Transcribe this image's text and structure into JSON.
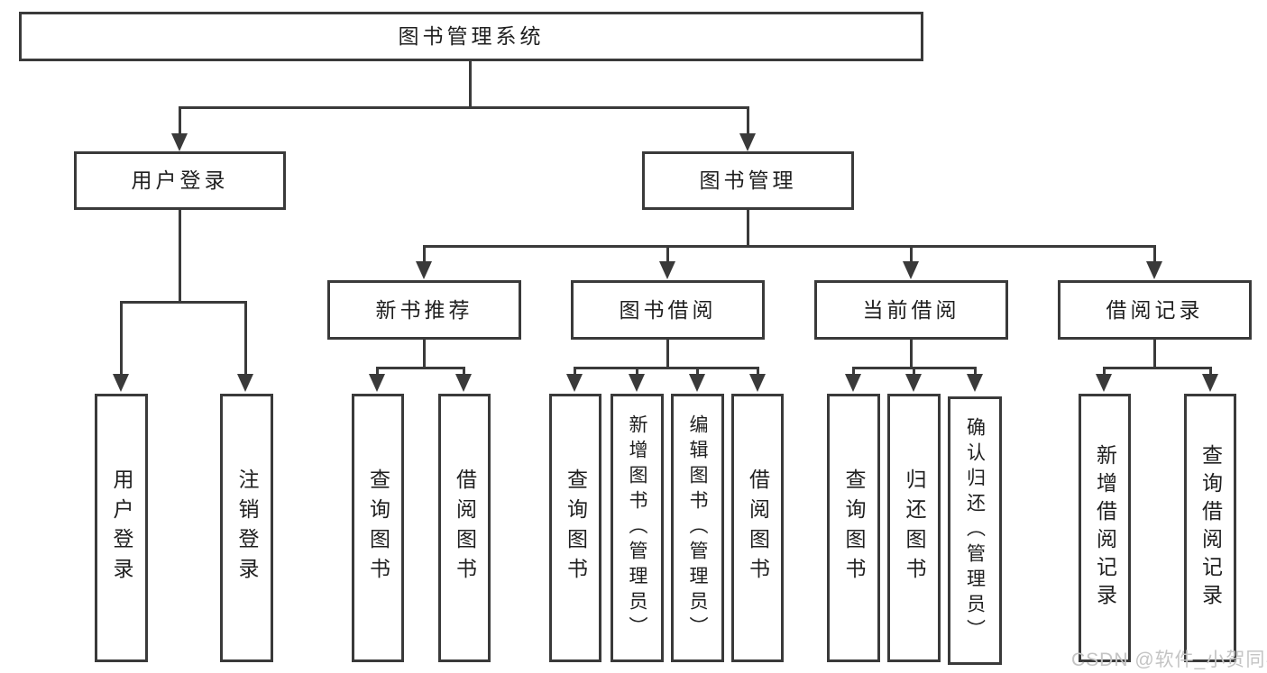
{
  "colors": {
    "line": "#3a3a3a",
    "text": "#1f1f1f",
    "watermark": "#c4c4c4",
    "background": "#ffffff"
  },
  "root": {
    "label": "图书管理系统"
  },
  "level2": [
    {
      "label": "用户登录",
      "children": [
        {
          "label": "用户登录"
        },
        {
          "label": "注销登录"
        }
      ]
    },
    {
      "label": "图书管理"
    }
  ],
  "level3": [
    {
      "label": "新书推荐",
      "children": [
        {
          "label": "查询图书"
        },
        {
          "label": "借阅图书"
        }
      ]
    },
    {
      "label": "图书借阅",
      "children": [
        {
          "label": "查询图书"
        },
        {
          "label": "新增图书（管理员）"
        },
        {
          "label": "编辑图书（管理员）"
        },
        {
          "label": "借阅图书"
        }
      ]
    },
    {
      "label": "当前借阅",
      "children": [
        {
          "label": "查询图书"
        },
        {
          "label": "归还图书"
        },
        {
          "label": "确认归还（管理员）"
        }
      ]
    },
    {
      "label": "借阅记录",
      "children": [
        {
          "label": "新增借阅记录"
        },
        {
          "label": "查询借阅记录"
        }
      ]
    }
  ],
  "watermark": {
    "text": "CSDN @软件_小贺同学"
  }
}
